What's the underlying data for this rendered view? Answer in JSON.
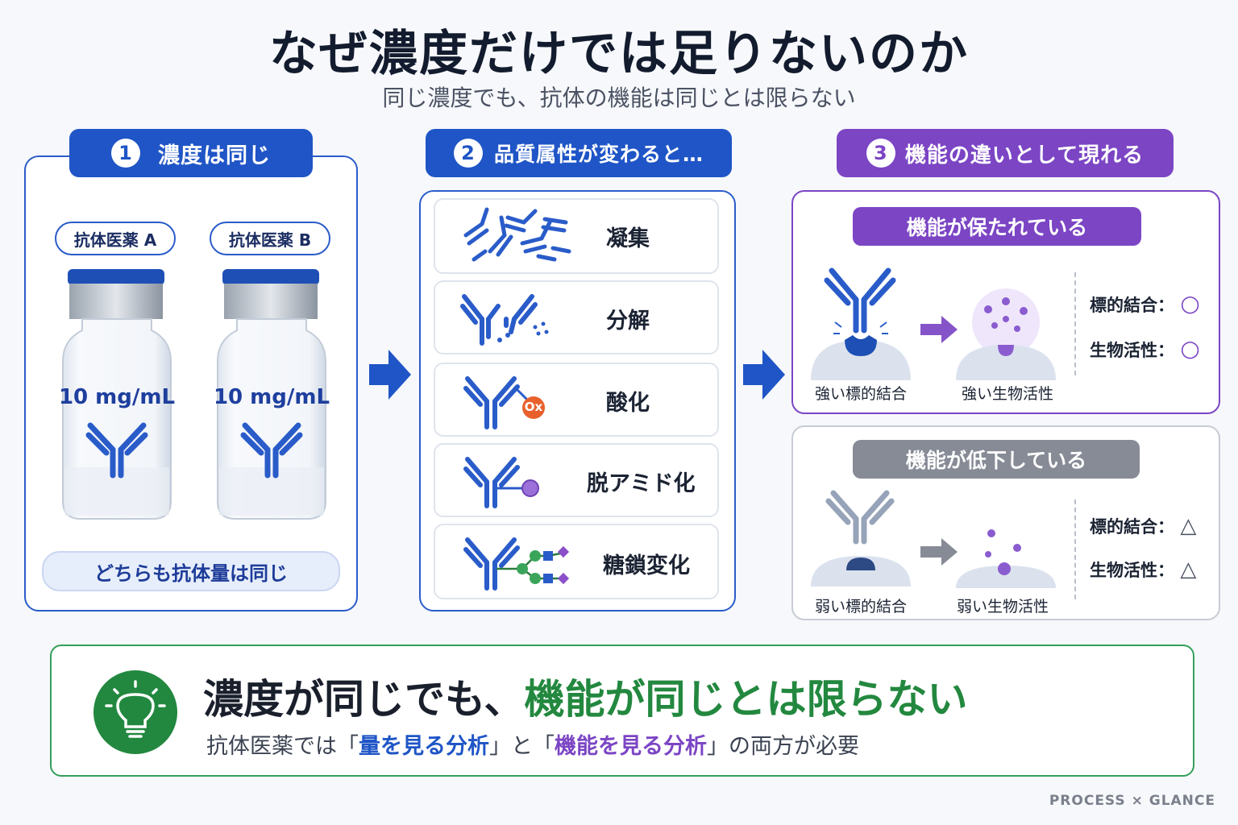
{
  "title": "なぜ濃度だけでは足りないのか",
  "subtitle": "同じ濃度でも、抗体の機能は同じとは限らない",
  "panel1": {
    "number": "1",
    "label": "濃度は同じ",
    "vial_a_label": "抗体医薬 A",
    "vial_b_label": "抗体医薬 B",
    "vial_a_concentration": "10 mg/mL",
    "vial_b_concentration": "10 mg/mL",
    "footer": "どちらも抗体量は同じ"
  },
  "panel2": {
    "number": "2",
    "label": "品質属性が変わると…",
    "items": [
      {
        "label": "凝集",
        "icon": "aggregation-icon"
      },
      {
        "label": "分解",
        "icon": "fragmentation-icon"
      },
      {
        "label": "酸化",
        "icon": "oxidation-icon",
        "badge": "Ox"
      },
      {
        "label": "脱アミド化",
        "icon": "deamidation-icon"
      },
      {
        "label": "糖鎖変化",
        "icon": "glycan-change-icon"
      }
    ]
  },
  "panel3": {
    "number": "3",
    "label": "機能の違いとして現れる",
    "maintained": {
      "label": "機能が保たれている",
      "binding_caption": "強い標的結合",
      "activity_caption": "強い生物活性",
      "binding_eval": "標的結合：",
      "activity_eval": "生物活性：",
      "binding_symbol": "○",
      "activity_symbol": "○"
    },
    "reduced": {
      "label": "機能が低下している",
      "binding_caption": "弱い標的結合",
      "activity_caption": "弱い生物活性",
      "binding_eval": "標的結合：",
      "activity_eval": "生物活性：",
      "binding_symbol": "△",
      "activity_symbol": "△"
    }
  },
  "conclusion": {
    "main_part1": "濃度が同じでも、",
    "main_part2": "機能が同じとは限らない",
    "sub_part1": "抗体医薬では「",
    "sub_part2": "量を見る分析",
    "sub_part3": "」と「",
    "sub_part4": "機能を見る分析",
    "sub_part5": "」の両方が必要"
  },
  "credit": "PROCESS × GLANCE",
  "colors": {
    "blue": "#1f55c6",
    "purple": "#7b45c4",
    "gray": "#868b96",
    "green": "#23883f"
  }
}
